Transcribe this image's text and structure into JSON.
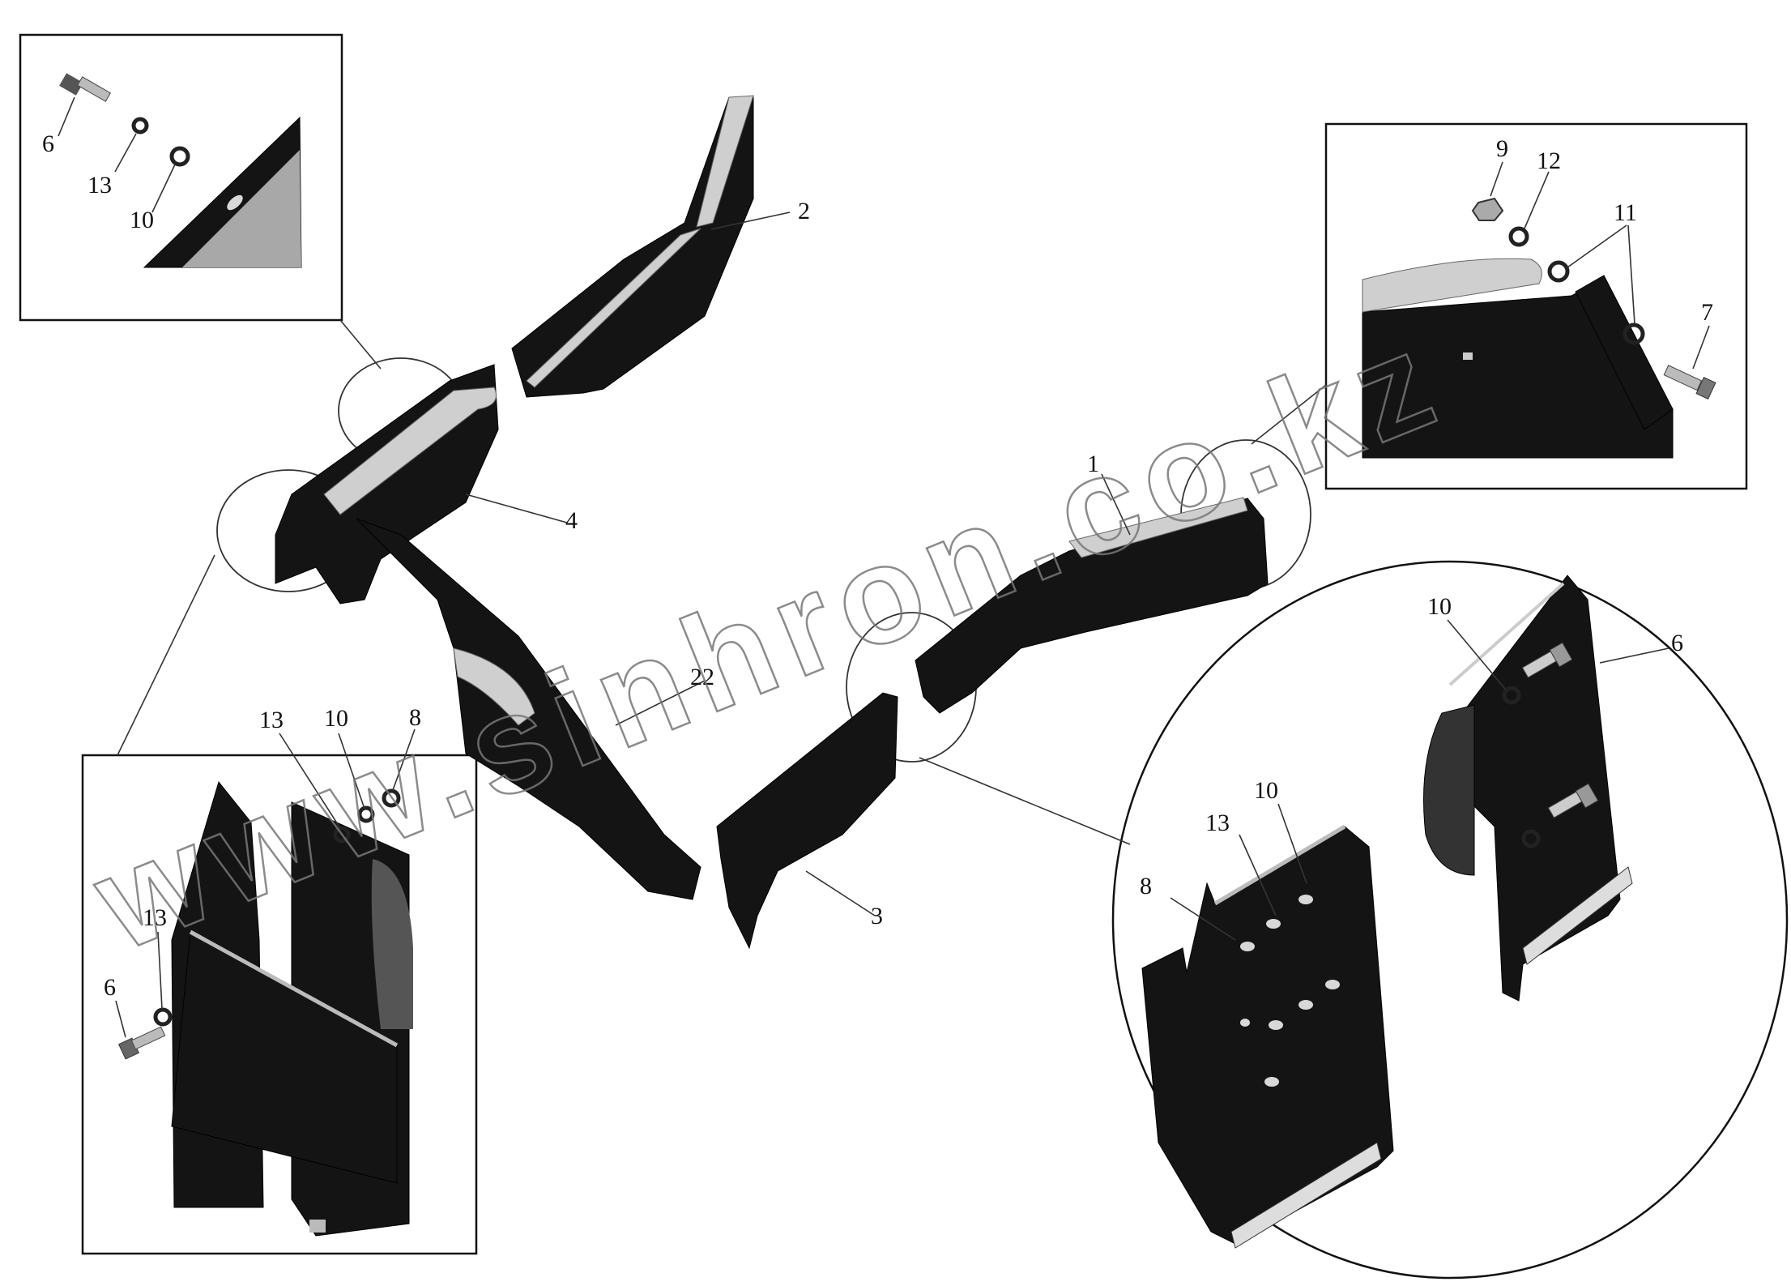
{
  "watermark": "www.sinhron.co.kz",
  "labels": {
    "part_1": "1",
    "part_2": "2",
    "part_3": "3",
    "part_4": "4",
    "part_22": "22",
    "tl_bolt_6": "6",
    "tl_washer_13": "13",
    "tl_washer_10": "10",
    "tr_nut_9": "9",
    "tr_washer_12": "12",
    "tr_washer_11": "11",
    "tr_bolt_7": "7",
    "bl_washer_13": "13",
    "bl_washer_10": "10",
    "bl_nut_8": "8",
    "bl_washer_13b": "13",
    "bl_bolt_6": "6",
    "br_washer_10": "10",
    "br_bolt_6": "6",
    "br_washer_10b": "10",
    "br_washer_13": "13",
    "br_nut_8": "8"
  }
}
